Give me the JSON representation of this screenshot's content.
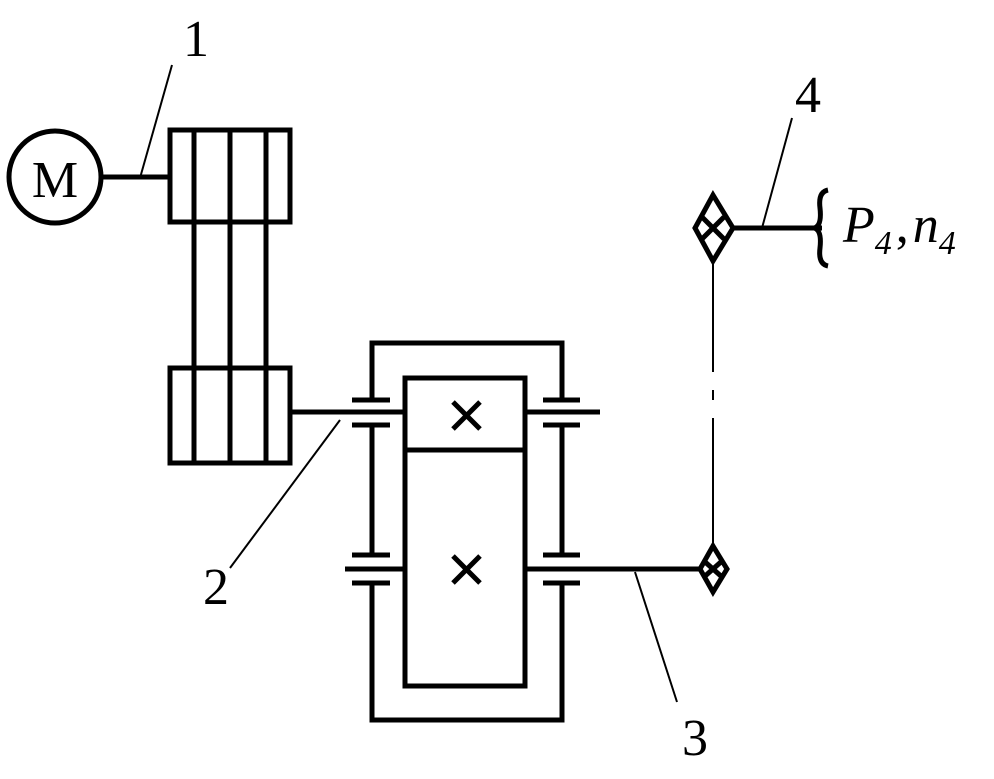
{
  "motor": {
    "symbol": "M"
  },
  "labels": {
    "l1": "1",
    "l2": "2",
    "l3": "3",
    "l4": "4"
  },
  "output": {
    "power_symbol": "P",
    "power_sub": "4",
    "separator": ",",
    "speed_symbol": "n",
    "speed_sub": "4"
  }
}
